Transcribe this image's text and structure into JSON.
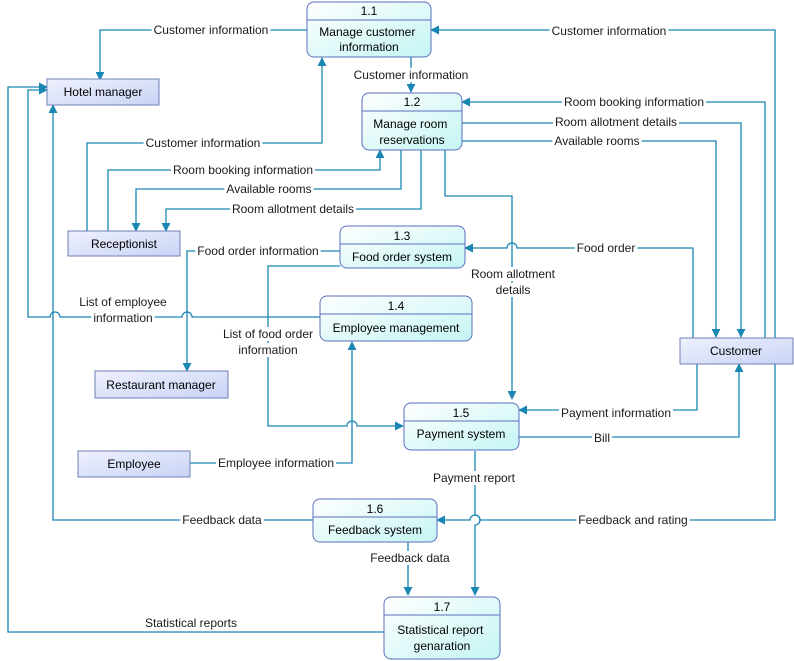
{
  "colors": {
    "flow": "#1a86b4",
    "process_stroke": "#5a6fbf",
    "process_fill_top": "#ffffff",
    "process_fill_bottom": "#c4f5f3",
    "entity_fill": "#d6ddf8"
  },
  "processes": {
    "p11": {
      "id": "1.1",
      "name": [
        "Manage customer",
        "information"
      ]
    },
    "p12": {
      "id": "1.2",
      "name": [
        "Manage room",
        "reservations"
      ]
    },
    "p13": {
      "id": "1.3",
      "name": [
        "Food order system"
      ]
    },
    "p14": {
      "id": "1.4",
      "name": [
        "Employee management"
      ]
    },
    "p15": {
      "id": "1.5",
      "name": [
        "Payment system"
      ]
    },
    "p16": {
      "id": "1.6",
      "name": [
        "Feedback system"
      ]
    },
    "p17": {
      "id": "1.7",
      "name": [
        "Statistical report",
        "genaration"
      ]
    }
  },
  "entities": {
    "hotel_manager": "Hotel manager",
    "receptionist": "Receptionist",
    "restaurant_manager": "Restaurant manager",
    "employee": "Employee",
    "customer": "Customer"
  },
  "flows": {
    "f_cust_info_hm": [
      "Customer information"
    ],
    "f_cust_info_cust": [
      "Customer information"
    ],
    "f_cust_info_11_12": [
      "Customer information"
    ],
    "f_cust_info_rec": [
      "Customer information"
    ],
    "f_room_booking_rec": [
      "Room booking information"
    ],
    "f_avail_rooms_rec": [
      "Available rooms"
    ],
    "f_room_allot_rec": [
      "Room allotment details"
    ],
    "f_room_booking_cust": [
      "Room booking information"
    ],
    "f_room_allot_cust": [
      "Room allotment details"
    ],
    "f_avail_rooms_cust": [
      "Available rooms"
    ],
    "f_food_order_info": [
      "Food order information"
    ],
    "f_food_order": [
      "Food order"
    ],
    "f_room_allot_15": [
      "Room allotment",
      "details"
    ],
    "f_emp_list": [
      "List of employee",
      "information"
    ],
    "f_food_order_list": [
      "List of food order",
      "information"
    ],
    "f_payment_info": [
      "Payment information"
    ],
    "f_bill": [
      "Bill"
    ],
    "f_emp_info": [
      "Employee information"
    ],
    "f_payment_report": [
      "Payment report"
    ],
    "f_feedback_data_hm": [
      "Feedback data"
    ],
    "f_feedback_rating": [
      "Feedback and rating"
    ],
    "f_feedback_data_17": [
      "Feedback data"
    ],
    "f_stat_reports": [
      "Statistical reports"
    ]
  }
}
